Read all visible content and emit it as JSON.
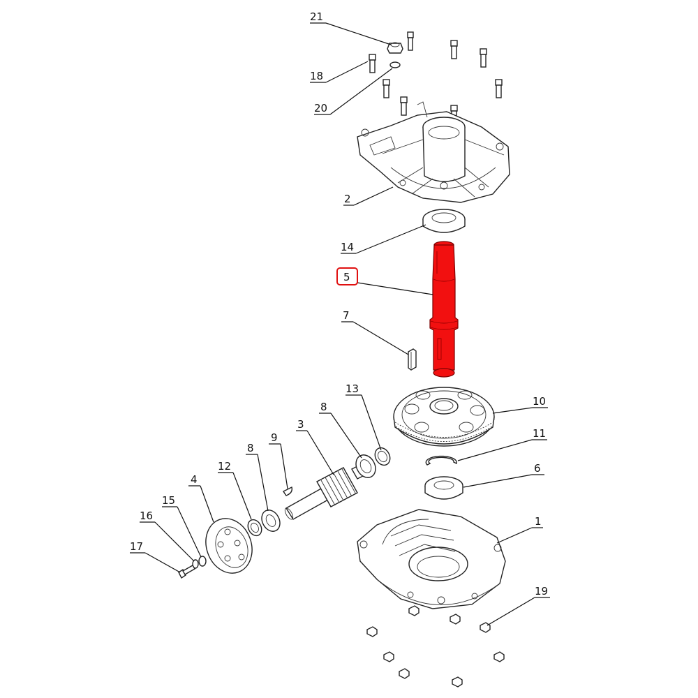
{
  "diagram": {
    "highlighted_part": "5",
    "highlight_color": "#f21010",
    "highlight_box_color": "#e01010",
    "callouts": {
      "c21": "21",
      "c18": "18",
      "c20": "20",
      "c2": "2",
      "c14": "14",
      "c5": "5",
      "c7": "7",
      "c13": "13",
      "c10": "10",
      "c8a": "8",
      "c3": "3",
      "c9": "9",
      "c8b": "8",
      "c12": "12",
      "c11": "11",
      "c6": "6",
      "c4": "4",
      "c15": "15",
      "c16": "16",
      "c1": "1",
      "c17": "17",
      "c19": "19"
    }
  }
}
